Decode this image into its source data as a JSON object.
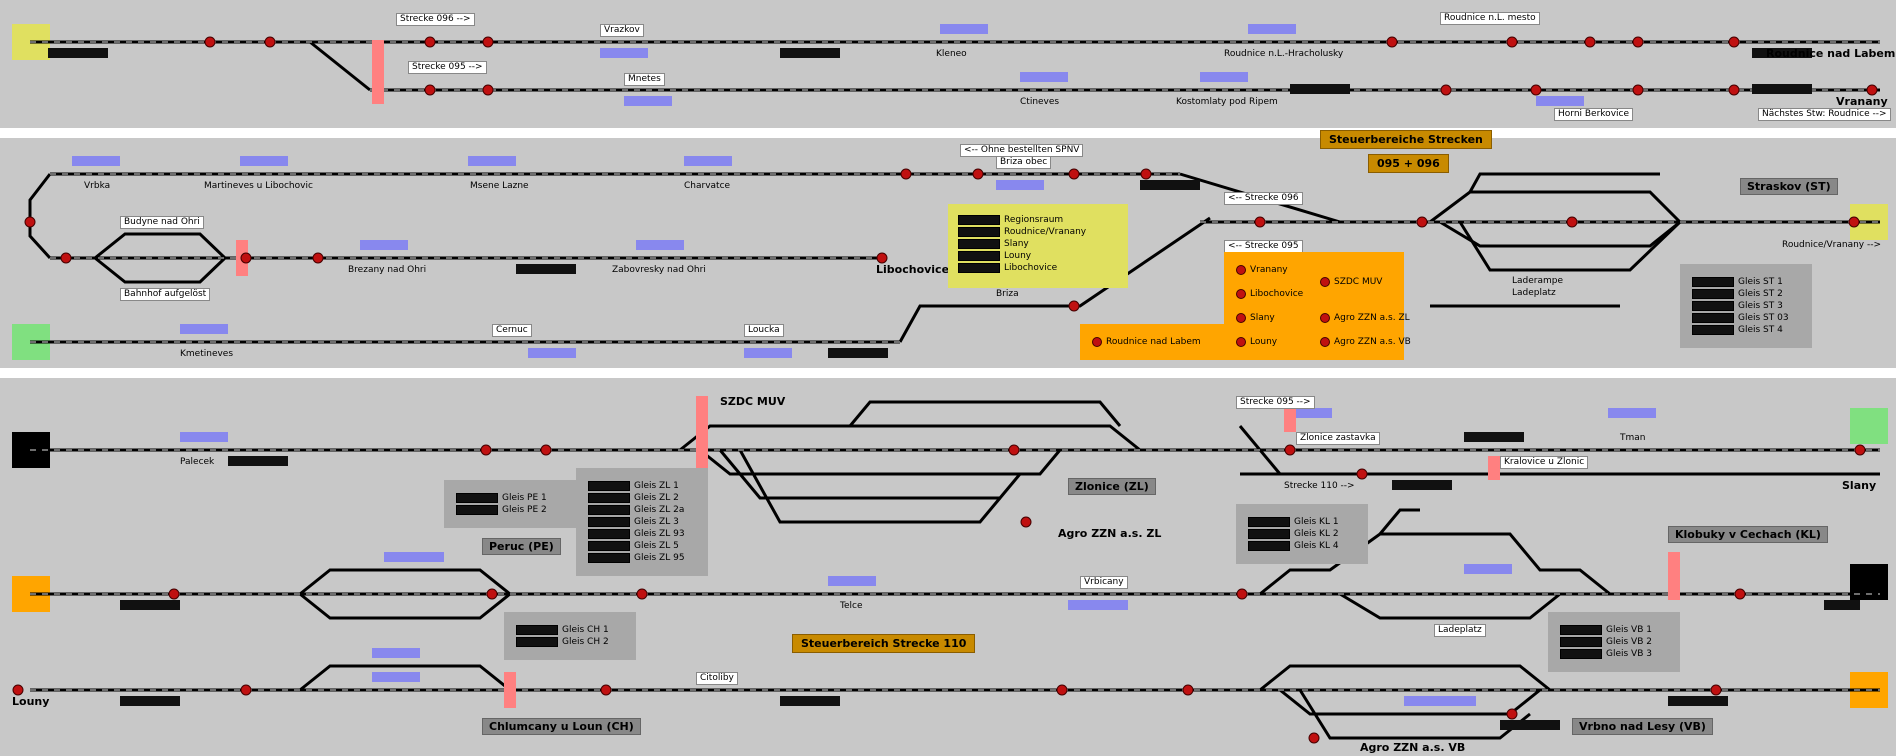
{
  "colors": {
    "track": "#000000",
    "signal_red": "#c01010",
    "signal_green": "#10a010",
    "occupied": "#ff8080",
    "reserved": "#8888ee",
    "yellow": "#e0e060",
    "orange": "#ffa500",
    "green": "#80e080",
    "black": "#000000",
    "panel": "#a8a8a8",
    "title_orange": "#c88a00"
  },
  "top": {
    "strecke096": "Strecke 096 -->",
    "strecke095": "Strecke 095 -->",
    "vrazkov": "Vrazkov",
    "mnetes": "Mnetes",
    "kleneo": "Kleneo",
    "roudnice_mesto": "Roudnice n.L. mesto",
    "roudnice_hracholusky": "Roudnice n.L.-Hracholusky",
    "ctineves": "Ctineves",
    "kostomlaty": "Kostomlaty pod Ripem",
    "horni_berkovice": "Horni Berkovice",
    "roudnice_nad_labem": "Roudnice nad Labem",
    "vranany": "Vranany",
    "nachstes": "Nächstes Stw: Roudnice -->"
  },
  "mid": {
    "vrbka": "Vrbka",
    "martineves": "Martineves u Libochovic",
    "msene": "Msene Lazne",
    "charvatce": "Charvatce",
    "ohne_spnv": "<-- Ohne bestellten SPNV",
    "briza_obec": "Briza obec",
    "budyne": "Budyne nad Ohri",
    "bahnhof": "Bahnhof aufgelöst",
    "brezany": "Brezany nad Ohri",
    "zabovresky": "Zabovresky nad Ohri",
    "libochovice": "Libochovice",
    "cernuc": "Cernuc",
    "loucka": "Loucka",
    "kmetineves": "Kmetineves",
    "briza": "Briza",
    "strecke096_back": "<-- Strecke 096",
    "strecke095_back": "<-- Strecke 095",
    "steuer_strecken": "Steuerbereiche Strecken",
    "steuer_095_096": "095 + 096",
    "straskov": "Straskov (ST)",
    "laderampe": "Laderampe",
    "ladeplatz": "Ladeplatz",
    "roudnice_vranany": "Roudnice/Vranany -->",
    "yellow_list": [
      "Regionsraum",
      "Roudnice/Vranany",
      "Slany",
      "Louny",
      "Libochovice"
    ],
    "orange_col1": [
      "Vranany",
      "Libochovice",
      "Slany",
      "Louny"
    ],
    "orange_col2": [
      "SZDC MUV",
      "Agro ZZN a.s. ZL",
      "Agro ZZN a.s. VB"
    ],
    "orange_roudnice": "Roudnice nad Labem",
    "st_gleis": [
      "Gleis ST 1",
      "Gleis ST 2",
      "Gleis ST 3",
      "Gleis ST 03",
      "Gleis ST 4"
    ]
  },
  "bot": {
    "szdc_muv": "SZDC MUV",
    "palecek": "Palecek",
    "strecke095_fwd": "Strecke 095 -->",
    "zlonice_zastavka": "Zlonice zastavka",
    "tman": "Tman",
    "kralovice": "Kralovice u Zlonic",
    "strecke110": "Strecke 110 -->",
    "slany": "Slany",
    "zlonice": "Zlonice (ZL)",
    "agro_zl": "Agro ZZN a.s. ZL",
    "peruc": "Peruc (PE)",
    "klobuky": "Klobuky v Cechach (KL)",
    "telce": "Telce",
    "vrbicany": "Vrbicany",
    "steuer110": "Steuerbereich Strecke 110",
    "louny": "Louny",
    "citoliby": "Citoliby",
    "ladeplatz": "Ladeplatz",
    "chlumcany": "Chlumcany u Loun (CH)",
    "agro_vb": "Agro ZZN a.s. VB",
    "vrbno": "Vrbno nad Lesy (VB)",
    "pe_gleis": [
      "Gleis PE 1",
      "Gleis PE 2"
    ],
    "zl_gleis": [
      "Gleis ZL 1",
      "Gleis ZL 2",
      "Gleis ZL 2a",
      "Gleis ZL 3",
      "Gleis ZL 93",
      "Gleis ZL 5",
      "Gleis ZL 95"
    ],
    "ch_gleis": [
      "Gleis CH 1",
      "Gleis CH 2"
    ],
    "kl_gleis": [
      "Gleis KL 1",
      "Gleis KL 2",
      "Gleis KL 4"
    ],
    "vb_gleis": [
      "Gleis VB 1",
      "Gleis VB 2",
      "Gleis VB 3"
    ]
  }
}
